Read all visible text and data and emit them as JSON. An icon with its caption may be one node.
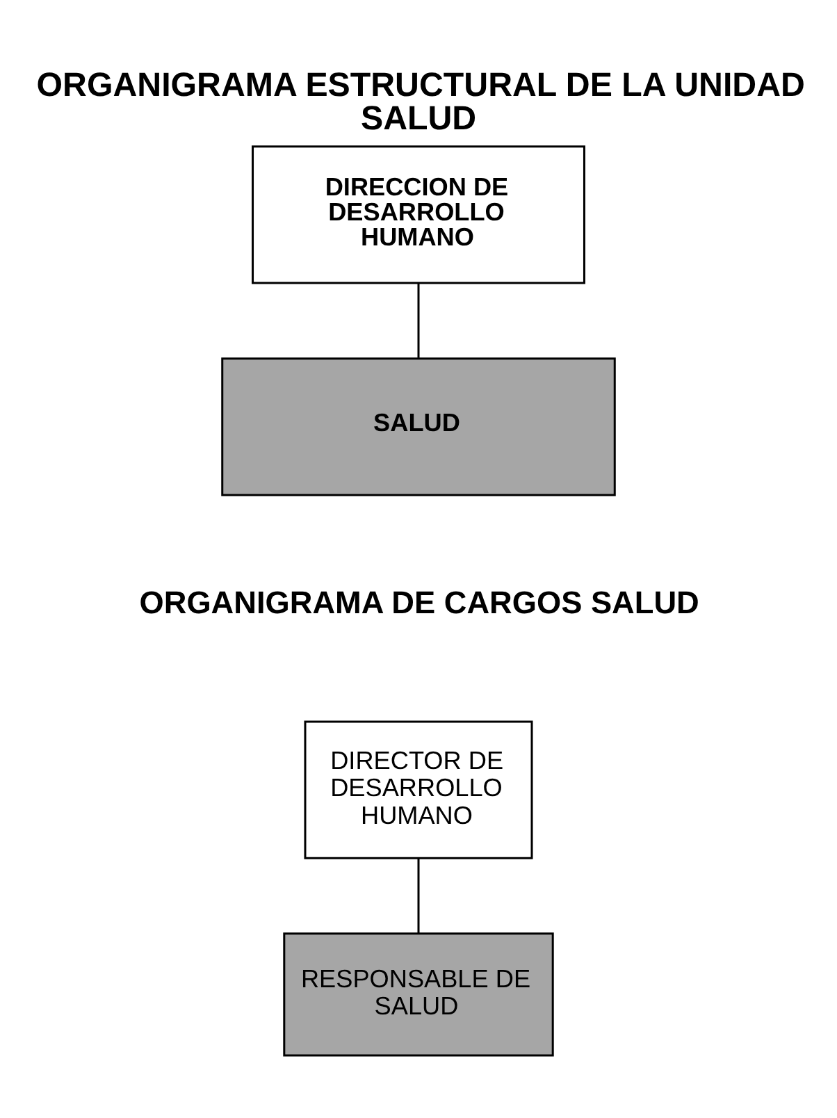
{
  "diagram": {
    "title": "ORGANIGRAMA ESTRUCTURAL DE LA UNIDAD SALUD",
    "nodes": [
      {
        "text": [
          "DIRECCION DE DESARROLLO HUMANO"
        ]
      },
      {
        "text": [
          "SALUD"
        ]
      },
      {
        "text": [
          "DIRECTOR DE DESARROLLO HUMANO"
        ]
      },
      {
        "text": [
          "RESPONSABLE DE SALUD"
        ]
      }
    ],
    "edges": [
      {
        "from": 0,
        "to": 1,
        "arrow": "none"
      },
      {
        "from": 2,
        "to": 3,
        "arrow": "none"
      }
    ],
    "labels": [
      "ORGANIGRAMA DE CARGOS SALUD"
    ]
  }
}
